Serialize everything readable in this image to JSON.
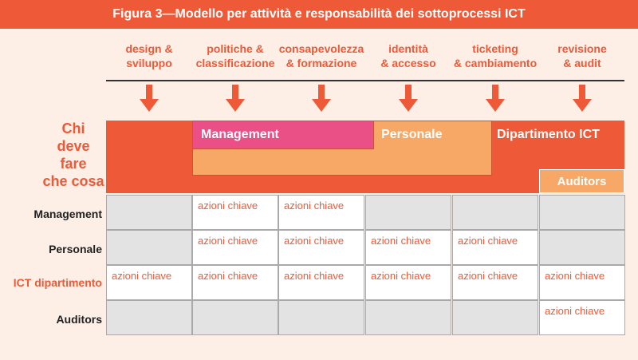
{
  "title": "Figura 3—Modello per attività e responsabilità dei sottoprocessi ICT",
  "columns": [
    {
      "label": "design &\nsviluppo"
    },
    {
      "label": "politiche &\nclassificazione"
    },
    {
      "label": "consapevolezza\n& formazione"
    },
    {
      "label": "identità\n& accesso"
    },
    {
      "label": "ticketing\n& cambiamento"
    },
    {
      "label": "revisione\n& audit"
    }
  ],
  "who_label": "Chi\ndeve\nfare\nche cosa",
  "bands": {
    "management": "Management",
    "personale": "Personale",
    "ict": "Dipartimento ICT",
    "auditors": "Auditors"
  },
  "rows": [
    {
      "label": "Management",
      "accent": false,
      "cells": [
        "",
        "azioni chiave",
        "azioni chiave",
        "",
        "",
        ""
      ]
    },
    {
      "label": "Personale",
      "accent": false,
      "cells": [
        "",
        "azioni chiave",
        "azioni chiave",
        "azioni chiave",
        "azioni chiave",
        ""
      ]
    },
    {
      "label": "ICT dipartimento",
      "accent": true,
      "cells": [
        "azioni chiave",
        "azioni chiave",
        "azioni chiave",
        "azioni chiave",
        "azioni chiave",
        "azioni chiave"
      ]
    },
    {
      "label": "Auditors",
      "accent": false,
      "cells": [
        "",
        "",
        "",
        "",
        "",
        "azioni chiave"
      ]
    }
  ],
  "colors": {
    "accent": "#ee5a38",
    "pink": "#ea4f86",
    "light_orange": "#f7a866",
    "gray": "#e3e3e3",
    "background": "#fdeee6"
  }
}
